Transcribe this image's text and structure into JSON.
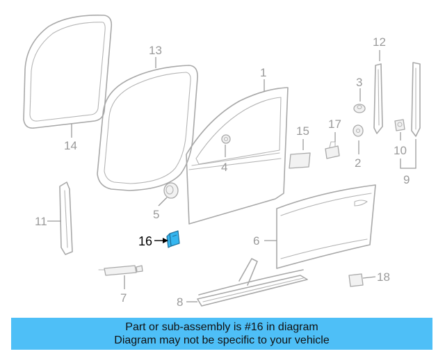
{
  "diagram": {
    "callouts": [
      {
        "id": "1",
        "label": "1"
      },
      {
        "id": "2",
        "label": "2"
      },
      {
        "id": "3",
        "label": "3"
      },
      {
        "id": "4",
        "label": "4"
      },
      {
        "id": "5",
        "label": "5"
      },
      {
        "id": "6",
        "label": "6"
      },
      {
        "id": "7",
        "label": "7"
      },
      {
        "id": "8",
        "label": "8"
      },
      {
        "id": "9",
        "label": "9"
      },
      {
        "id": "10",
        "label": "10"
      },
      {
        "id": "11",
        "label": "11"
      },
      {
        "id": "12",
        "label": "12"
      },
      {
        "id": "13",
        "label": "13"
      },
      {
        "id": "14",
        "label": "14"
      },
      {
        "id": "15",
        "label": "15"
      },
      {
        "id": "16",
        "label": "16",
        "highlighted": true
      },
      {
        "id": "17",
        "label": "17"
      },
      {
        "id": "18",
        "label": "18"
      }
    ],
    "highlight_color": "#35b6f0"
  },
  "banner": {
    "line1": "Part or sub-assembly is #16 in diagram",
    "line2": "Diagram may not be specific to your vehicle",
    "background": "#4ebff7"
  }
}
